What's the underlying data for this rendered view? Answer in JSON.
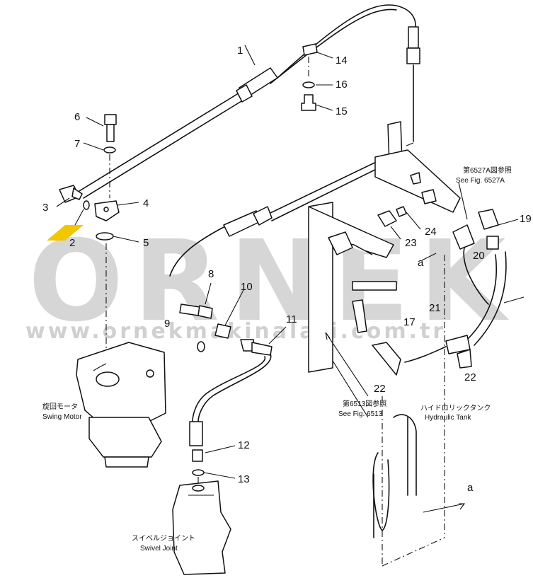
{
  "watermark": {
    "brand": "ORNEK",
    "url": "www.ornekmakinalari.com.tr",
    "accent": "#f2c700"
  },
  "callouts": [
    "1",
    "2",
    "3",
    "4",
    "5",
    "6",
    "7",
    "8",
    "9",
    "10",
    "11",
    "12",
    "13",
    "14",
    "15",
    "16",
    "17",
    "19",
    "20",
    "21",
    "22",
    "22",
    "23",
    "24"
  ],
  "labels": {
    "swing_motor_jp": "旋回モータ",
    "swing_motor_en": "Swing Motor",
    "swivel_joint_jp": "スイベルジョイント",
    "swivel_joint_en": "Swivel Joint",
    "hydraulic_tank_jp": "ハイドロリックタンク",
    "hydraulic_tank_en": "Hydraulic Tank",
    "fig6513_jp": "第6513図参照",
    "fig6513_en": "See Fig. 6513",
    "fig6527a_jp": "第6527A図参照",
    "fig6527a_en": "See Fig. 6527A",
    "ref_a": "a"
  },
  "colors": {
    "line": "#111111",
    "watermark": "#d6d6d6"
  }
}
